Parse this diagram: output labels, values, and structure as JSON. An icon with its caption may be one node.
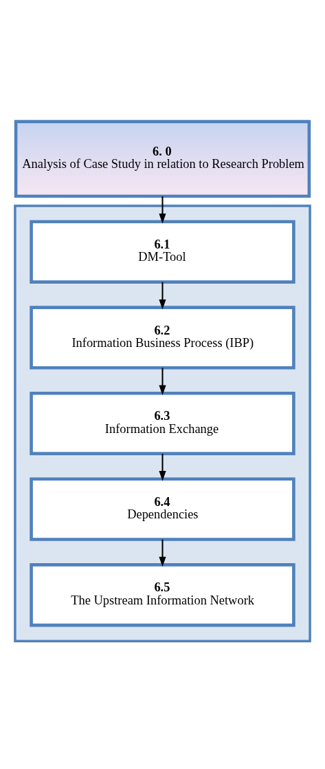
{
  "diagram": {
    "nodes": [
      {
        "text": [
          "6. 0",
          "Analysis of Case Study in relation to Research Problem"
        ]
      },
      {
        "text": [],
        "shape": "box"
      },
      {
        "text": [
          "6.1",
          "DM-Tool"
        ],
        "in": 1
      },
      {
        "text": [
          "6.2",
          "Information Business Process (IBP)"
        ],
        "in": 1
      },
      {
        "text": [
          "6.3",
          "Information Exchange"
        ],
        "in": 1
      },
      {
        "text": [
          "6.4",
          "Dependencies"
        ],
        "in": 1
      },
      {
        "text": [
          "6.5",
          "The Upstream Information Network"
        ],
        "in": 1
      }
    ],
    "edges": [
      {
        "from": 0,
        "to": 2,
        "arrow": "to"
      },
      {
        "from": 2,
        "to": 3,
        "arrow": "to"
      },
      {
        "from": 3,
        "to": 4,
        "arrow": "to"
      },
      {
        "from": 4,
        "to": 5,
        "arrow": "to"
      },
      {
        "from": 5,
        "to": 6,
        "arrow": "to"
      }
    ]
  }
}
